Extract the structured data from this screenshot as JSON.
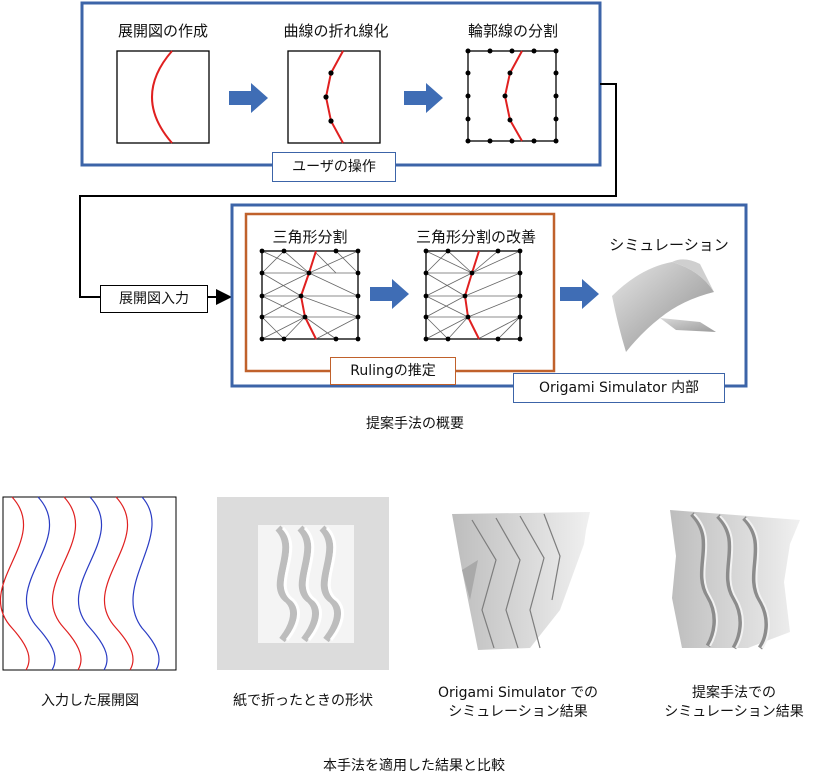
{
  "top": {
    "steps": [
      "展開図の作成",
      "曲線の折れ線化",
      "輪郭線の分割"
    ],
    "user_box": "ユーザの操作",
    "input_label": "展開図入力",
    "sim_box": "Origami Simulator 内部",
    "tri_steps": [
      "三角形分割",
      "三角形分割の改善"
    ],
    "simulation": "シミュレーション",
    "ruling_box": "Rulingの推定",
    "caption": "提案手法の概要"
  },
  "bottom": {
    "captions": [
      "入力した展開図",
      "紙で折ったときの形状",
      "Origami Simulator での",
      "シミュレーション結果",
      "提案手法での",
      "シミュレーション結果"
    ],
    "caption": "本手法を適用した結果と比較"
  },
  "colors": {
    "blue_frame": "#3c64a8",
    "orange_frame": "#c0612b",
    "arrow": "#3f6db5",
    "red_line": "#e02020",
    "blue_line": "#2a3cc4"
  }
}
